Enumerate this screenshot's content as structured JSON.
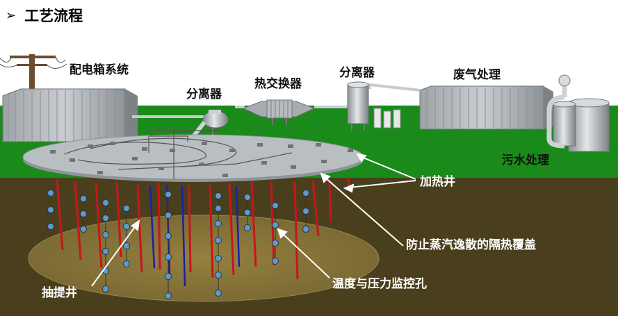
{
  "title": "工艺流程",
  "title_marker": "➢",
  "labels": {
    "power_box": "配电箱系统",
    "separator_left": "分离器",
    "heat_exchanger": "热交换器",
    "separator_right": "分离器",
    "exhaust_treatment": "废气处理",
    "wastewater_treatment": "污水处理",
    "heating_well": "加热井",
    "insulation_cover": "防止蒸汽逸散的隔热覆盖",
    "extraction_well": "抽提井",
    "monitor_hole": "温度与压力监控孔"
  },
  "colors": {
    "grass": "#1a8a1a",
    "soil": "#4a3f1c",
    "treatment_zone": "#86733a",
    "cover": "#b9bec3",
    "heating_well": "#c8151b",
    "extraction_well": "#1c1fa8",
    "sensor": "#5b9bd5"
  }
}
